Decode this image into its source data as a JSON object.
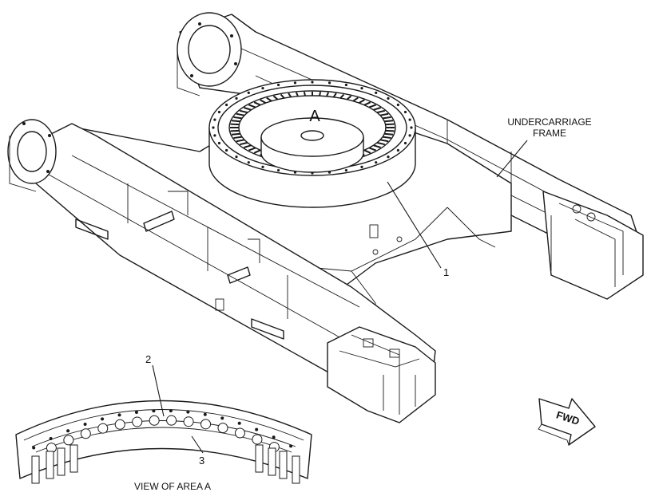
{
  "labels": {
    "area_a": "A",
    "undercarriage_line1": "UNDERCARRIAGE",
    "undercarriage_line2": "FRAME",
    "callout_1": "1",
    "callout_2": "2",
    "callout_3": "3",
    "view_caption": "VIEW OF AREA A",
    "fwd": "FWD"
  },
  "colors": {
    "ink": "#1a1a1a",
    "paper": "#ffffff"
  }
}
